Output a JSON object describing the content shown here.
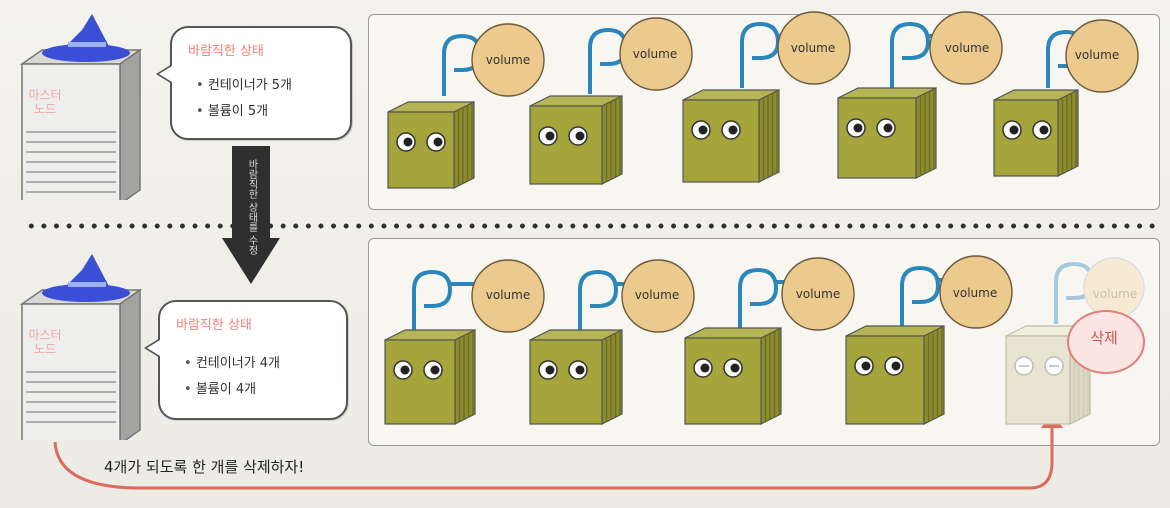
{
  "top": {
    "desired_state_title": "바람직한 상태",
    "items": [
      "컨테이너가 5개",
      "볼륨이 5개"
    ],
    "server_label": "마스터\n노드"
  },
  "arrow_text": "바람직한 상태를 수정",
  "bottom": {
    "desired_state_title": "바람직한 상태",
    "items": [
      "컨테이너가 4개",
      "볼륨이 4개"
    ],
    "server_label": "마스터\n노드"
  },
  "volume_label": "volume",
  "delete_label": "삭제",
  "caption": "4개가 되도록 한 개를 삭제하자!",
  "colors": {
    "container": "#a5a53c",
    "container_faded": "#e7e5cf",
    "volume": "#ecca8d",
    "pipe": "#2b86bb",
    "hat": "#3a4fd6",
    "arrow_curve": "#de6b5f"
  }
}
